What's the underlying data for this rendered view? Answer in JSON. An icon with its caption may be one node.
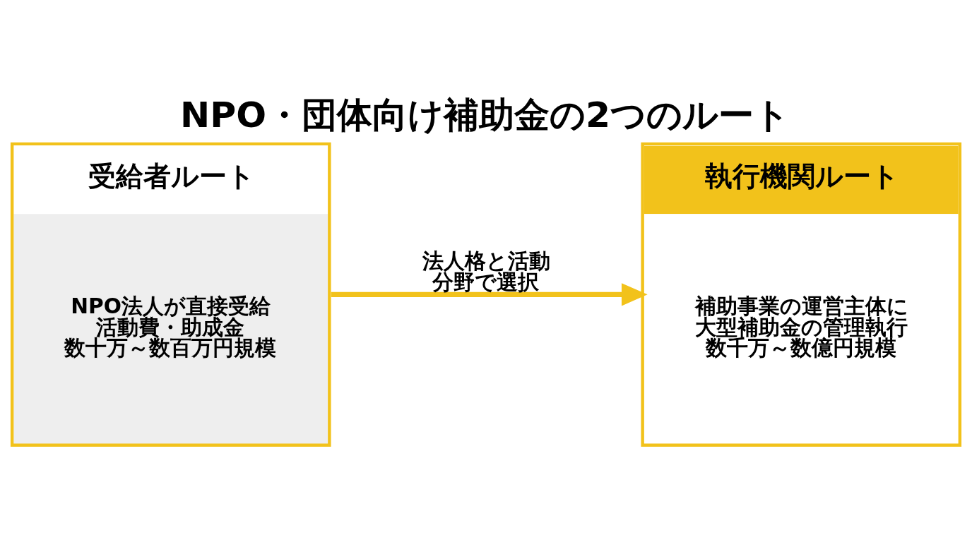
{
  "diagram": {
    "title": "NPO・団体向け補助金の2つのルート",
    "nodes": [
      {
        "text": [
          "受給者ルート",
          "NPO法人が直接受給",
          "活動費・助成金",
          "数十万～数百万円規模"
        ]
      },
      {
        "text": [
          "執行機関ルート",
          "補助事業の運営主体に",
          "大型補助金の管理執行",
          "数千万～数億円規模"
        ]
      }
    ],
    "edges": [
      {
        "from": 0,
        "to": 1,
        "arrow": "to",
        "label": "法人格と活動分野で選択"
      }
    ]
  }
}
